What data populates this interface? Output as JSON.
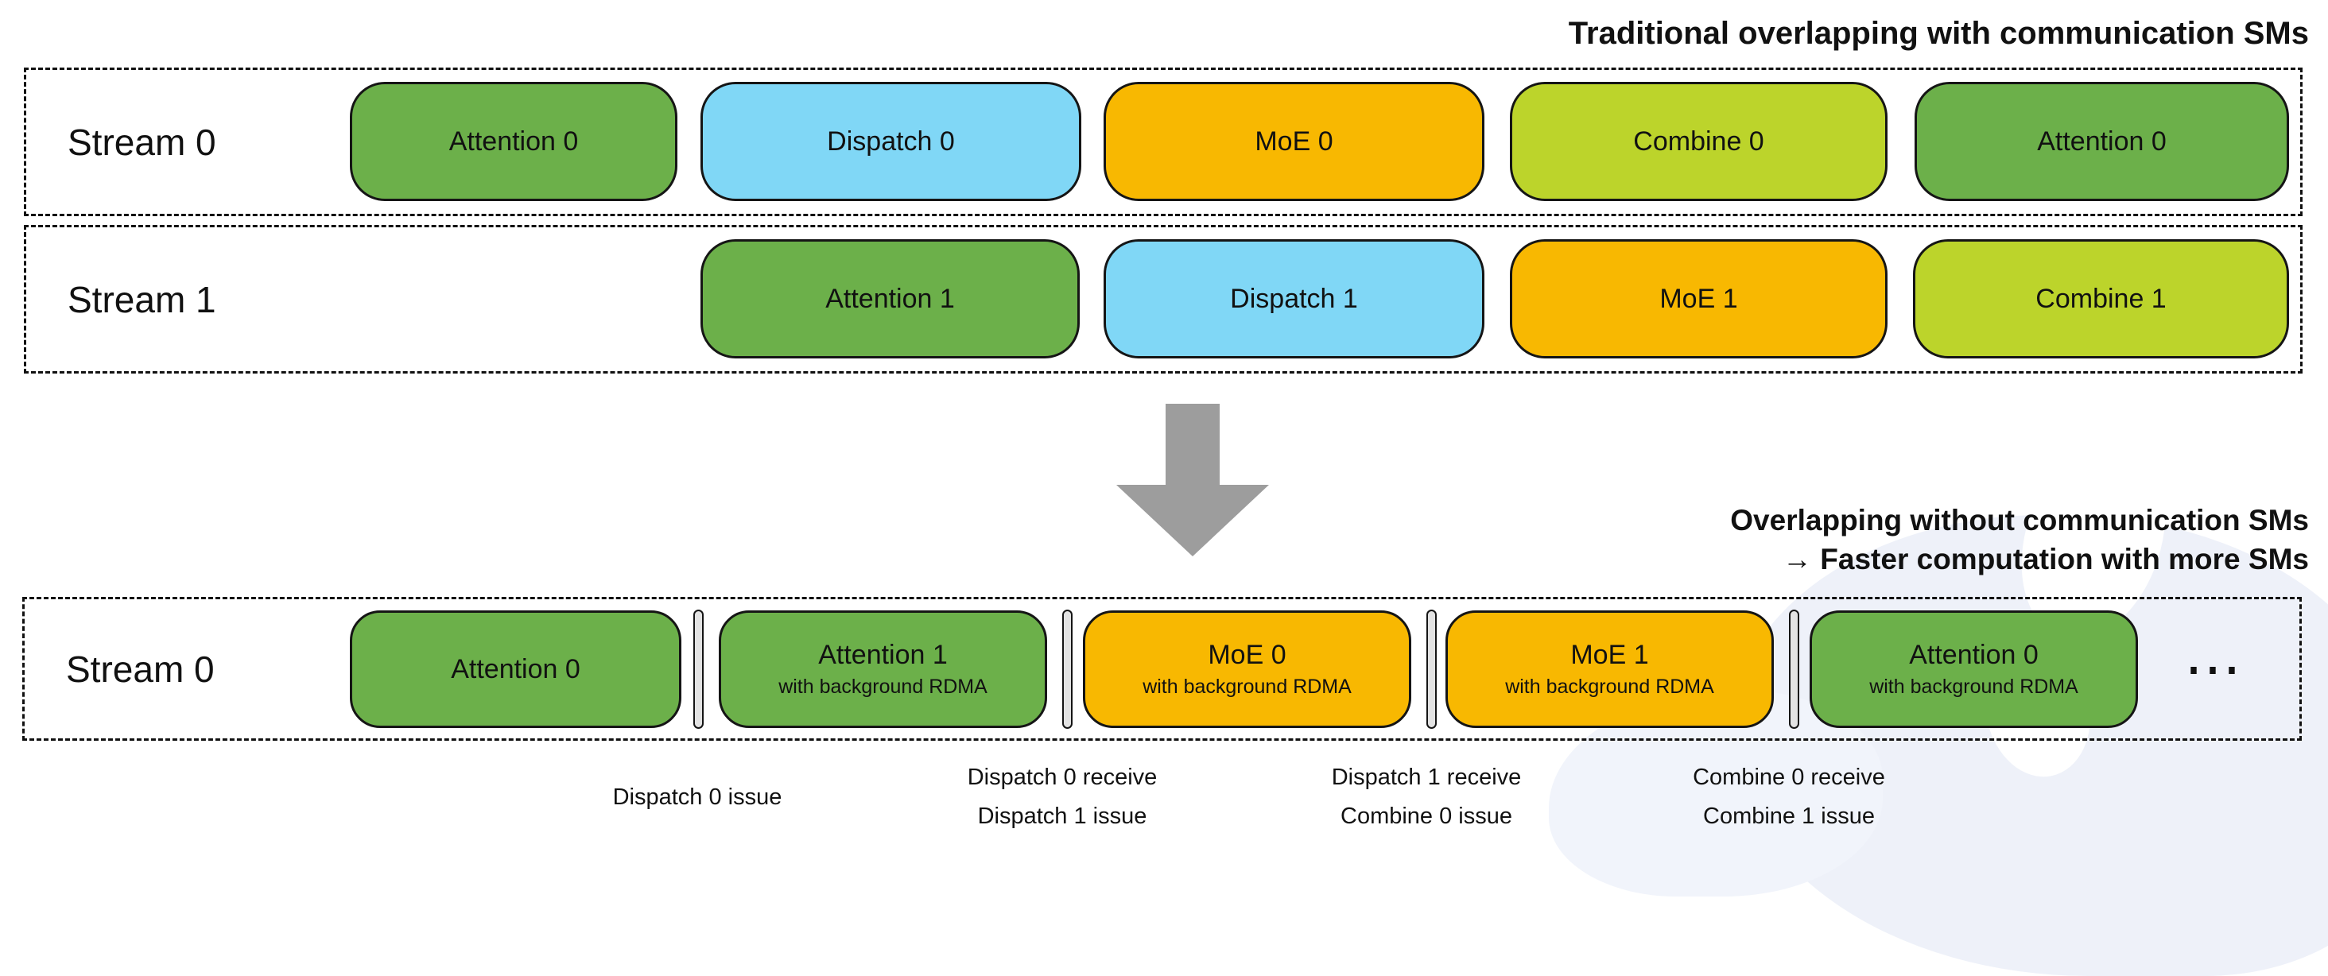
{
  "headers": {
    "traditional": "Traditional overlapping with communication SMs",
    "optimized_line1": "Overlapping without communication SMs",
    "optimized_line2": "→ Faster computation with more SMs"
  },
  "colors": {
    "attention": "#6CB04A",
    "dispatch": "#80D7F6",
    "moe": "#F8B801",
    "combine": "#BCD42B",
    "arrow": "#9D9D9D",
    "pill": "#E3E3E3"
  },
  "streams": [
    {
      "label": "Stream 0",
      "blocks": [
        {
          "label": "Attention 0",
          "type": "attention"
        },
        {
          "label": "Dispatch 0",
          "type": "dispatch"
        },
        {
          "label": "MoE 0",
          "type": "moe"
        },
        {
          "label": "Combine 0",
          "type": "combine"
        },
        {
          "label": "Attention 0",
          "type": "attention"
        }
      ]
    },
    {
      "label": "Stream 1",
      "blocks": [
        {
          "label": "Attention 1",
          "type": "attention"
        },
        {
          "label": "Dispatch 1",
          "type": "dispatch"
        },
        {
          "label": "MoE 1",
          "type": "moe"
        },
        {
          "label": "Combine 1",
          "type": "combine"
        }
      ]
    },
    {
      "label": "Stream 0",
      "ellipsis": "⋯",
      "blocks": [
        {
          "label": "Attention 0",
          "sub": "",
          "type": "attention"
        },
        {
          "label": "Attention 1",
          "sub": "with background RDMA",
          "type": "attention"
        },
        {
          "label": "MoE 0",
          "sub": "with background RDMA",
          "type": "moe"
        },
        {
          "label": "MoE 1",
          "sub": "with background RDMA",
          "type": "moe"
        },
        {
          "label": "Attention 0",
          "sub": "with background RDMA",
          "type": "attention"
        }
      ]
    }
  ],
  "issue_labels": [
    {
      "lines": [
        "Dispatch 0 issue"
      ]
    },
    {
      "lines": [
        "Dispatch 0 receive",
        "Dispatch 1 issue"
      ]
    },
    {
      "lines": [
        "Dispatch 1 receive",
        "Combine 0 issue"
      ]
    },
    {
      "lines": [
        "Combine 0 receive",
        "Combine 1 issue"
      ]
    }
  ]
}
